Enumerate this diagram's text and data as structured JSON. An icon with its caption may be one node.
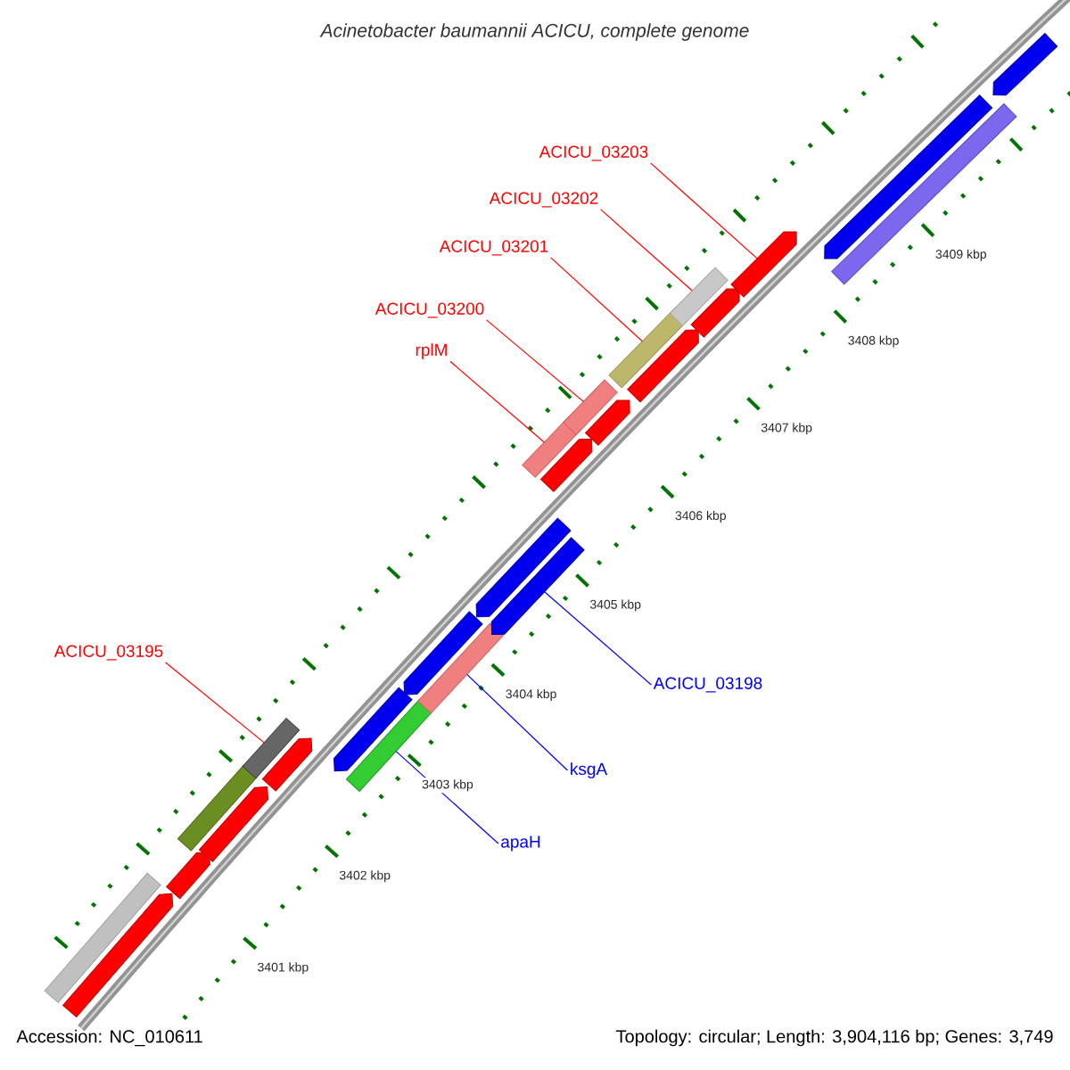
{
  "diagram": {
    "title": "Acinetobacter baumannii ACICU, complete genome",
    "nodes": [
      {
        "text": [
          "ACICU_03203"
        ]
      },
      {
        "text": [
          "ACICU_03202"
        ]
      },
      {
        "text": [
          "ACICU_03201"
        ]
      },
      {
        "text": [
          "ACICU_03200"
        ]
      },
      {
        "text": [
          "rplM"
        ]
      },
      {
        "text": [
          "ACICU_03195"
        ]
      },
      {
        "text": [
          "ACICU_03198"
        ]
      },
      {
        "text": [
          "ksgA"
        ]
      },
      {
        "text": [
          "apaH"
        ]
      },
      {
        "text": [],
        "shape": "pentagon"
      },
      {
        "text": [],
        "shape": "pentagon"
      },
      {
        "text": [],
        "shape": "pentagon"
      },
      {
        "text": [],
        "shape": "pentagon"
      },
      {
        "text": [],
        "shape": "pentagon"
      },
      {
        "text": [],
        "shape": "pentagon"
      },
      {
        "text": [],
        "shape": "pentagon"
      },
      {
        "text": [],
        "shape": "pentagon"
      },
      {
        "text": [],
        "shape": "pentagon"
      },
      {
        "text": [],
        "shape": "box"
      },
      {
        "text": [],
        "shape": "box"
      },
      {
        "text": [],
        "shape": "box"
      },
      {
        "text": [],
        "shape": "box"
      },
      {
        "text": [],
        "shape": "box"
      },
      {
        "text": [],
        "shape": "box"
      },
      {
        "text": [],
        "shape": "box"
      },
      {
        "text": [],
        "shape": "pentagon"
      },
      {
        "text": [],
        "shape": "pentagon"
      },
      {
        "text": [],
        "shape": "pentagon"
      },
      {
        "text": [],
        "shape": "pentagon"
      },
      {
        "text": [],
        "shape": "pentagon"
      },
      {
        "text": [],
        "shape": "box"
      },
      {
        "text": [],
        "shape": "box"
      },
      {
        "text": [],
        "shape": "pentagon"
      },
      {
        "text": [],
        "shape": "box"
      }
    ],
    "edges": [
      {
        "from": 0,
        "to": 17,
        "arrow": "none"
      },
      {
        "from": 1,
        "to": 24,
        "arrow": "none"
      },
      {
        "from": 2,
        "to": 23,
        "arrow": "none"
      },
      {
        "from": 3,
        "to": 22,
        "arrow": "none"
      },
      {
        "from": 4,
        "to": 21,
        "arrow": "none"
      },
      {
        "from": 5,
        "to": 20,
        "arrow": "none"
      },
      {
        "from": 6,
        "to": 32,
        "arrow": "none",
        "color": "#0000ff"
      },
      {
        "from": 7,
        "to": 31,
        "arrow": "none",
        "color": "#0000ff"
      },
      {
        "from": 8,
        "to": 30,
        "arrow": "none",
        "color": "#0000ff"
      }
    ],
    "labels": [
      "3409 kbp",
      "3408 kbp",
      "3407 kbp",
      "3406 kbp",
      "3405 kbp",
      "3404 kbp",
      "3403 kbp",
      "3402 kbp",
      "3401 kbp",
      "Accession: NC_010611",
      "Topology: circular; Length: 3,904,116 bp; Genes: 3,749"
    ]
  }
}
